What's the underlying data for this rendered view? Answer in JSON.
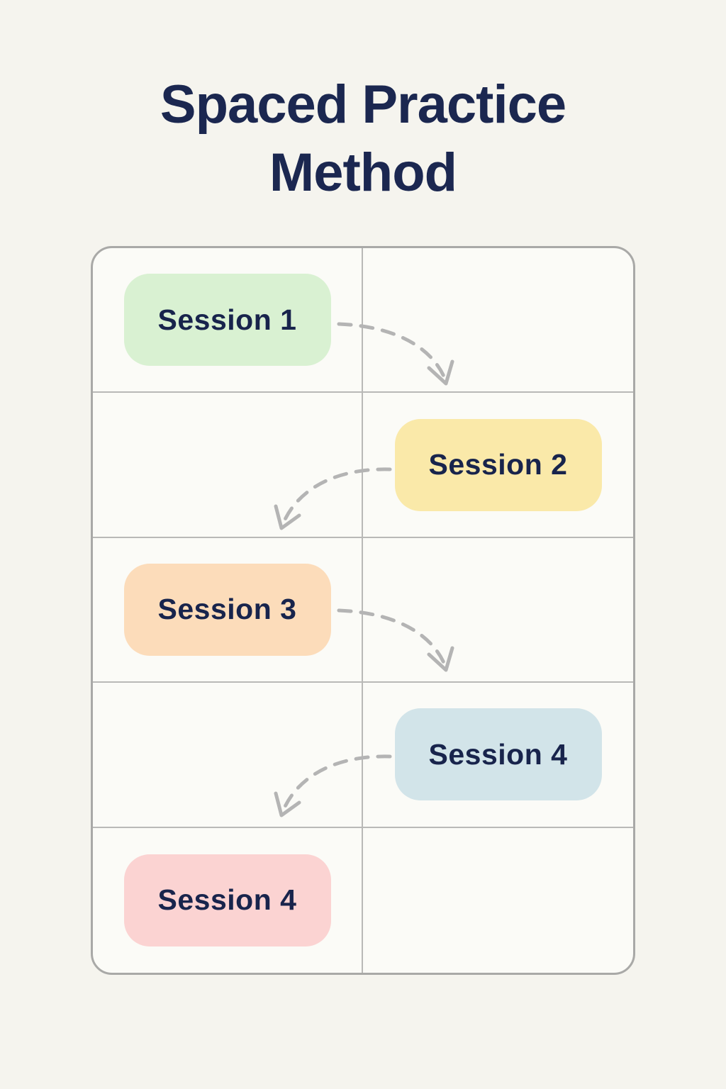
{
  "heading": {
    "text": "Spaced Practice Method",
    "color": "#1b2750"
  },
  "diagram": {
    "type": "spaced-repetition-timeline-grid",
    "rows": 5,
    "columns": 2,
    "background": "#f5f4ee",
    "cell_background": "#fbfbf7",
    "grid_border_color": "#a9a9a7",
    "grid_line_color": "#b9b9b7",
    "arrow_color": "#b4b4b4",
    "arrow_style": "dashed-curved",
    "sessions": [
      {
        "label": "Session 1",
        "row": 1,
        "column": "left",
        "color": "#d9f1d2",
        "arrow_to": "right-down"
      },
      {
        "label": "Session 2",
        "row": 2,
        "column": "right",
        "color": "#fae9a9",
        "arrow_to": "left-down"
      },
      {
        "label": "Session 3",
        "row": 3,
        "column": "left",
        "color": "#fcdcba",
        "arrow_to": "right-down"
      },
      {
        "label": "Session 4",
        "row": 4,
        "column": "right",
        "color": "#d2e4e9",
        "arrow_to": "left-down"
      },
      {
        "label": "Session 4",
        "row": 5,
        "column": "left",
        "color": "#fbd3d2",
        "arrow_to": null
      }
    ]
  }
}
